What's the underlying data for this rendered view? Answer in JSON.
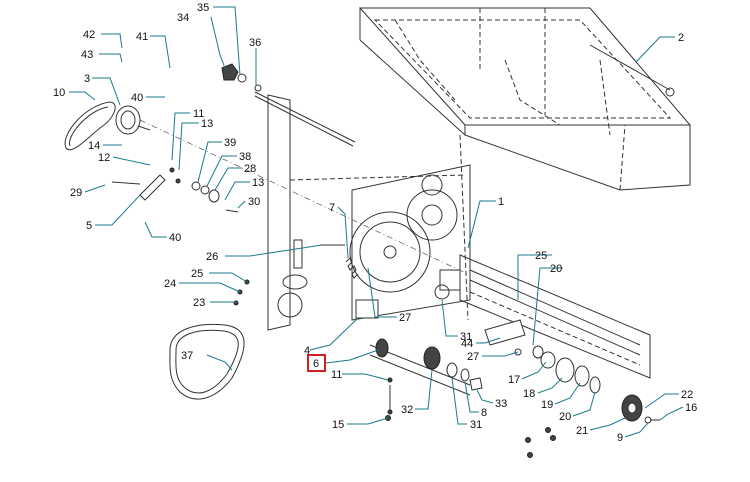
{
  "diagram": {
    "callouts": [
      {
        "label": "42"
      },
      {
        "label": "43"
      },
      {
        "label": "41"
      },
      {
        "label": "34"
      },
      {
        "label": "35"
      },
      {
        "label": "36"
      },
      {
        "label": "2"
      },
      {
        "label": "3"
      },
      {
        "label": "10"
      },
      {
        "label": "40"
      },
      {
        "label": "11"
      },
      {
        "label": "13"
      },
      {
        "label": "39"
      },
      {
        "label": "38"
      },
      {
        "label": "28"
      },
      {
        "label": "13"
      },
      {
        "label": "14"
      },
      {
        "label": "12"
      },
      {
        "label": "29"
      },
      {
        "label": "30"
      },
      {
        "label": "5"
      },
      {
        "label": "40"
      },
      {
        "label": "7"
      },
      {
        "label": "1"
      },
      {
        "label": "26"
      },
      {
        "label": "25"
      },
      {
        "label": "20"
      },
      {
        "label": "25"
      },
      {
        "label": "24"
      },
      {
        "label": "23"
      },
      {
        "label": "27"
      },
      {
        "label": "31"
      },
      {
        "label": "44"
      },
      {
        "label": "27"
      },
      {
        "label": "37"
      },
      {
        "label": "4"
      },
      {
        "label": "6",
        "selected": true
      },
      {
        "label": "11"
      },
      {
        "label": "17"
      },
      {
        "label": "18"
      },
      {
        "label": "19"
      },
      {
        "label": "20"
      },
      {
        "label": "22"
      },
      {
        "label": "16"
      },
      {
        "label": "32"
      },
      {
        "label": "8"
      },
      {
        "label": "33"
      },
      {
        "label": "31"
      },
      {
        "label": "21"
      },
      {
        "label": "9"
      },
      {
        "label": "15"
      }
    ],
    "colors": {
      "leader": "#1a7a8c",
      "selection": "#d21f1f",
      "linework": "#333333"
    }
  }
}
